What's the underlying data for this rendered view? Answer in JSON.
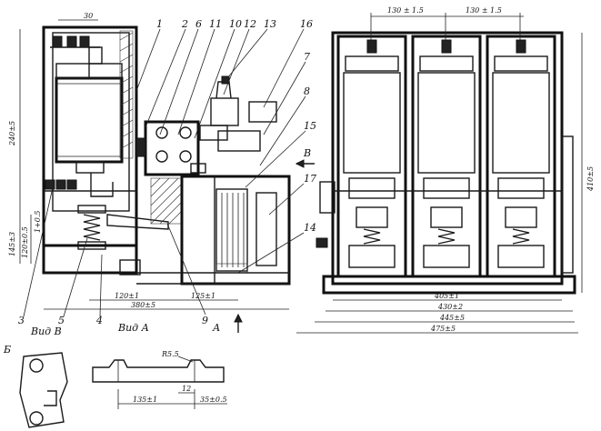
{
  "callouts": {
    "n1": "1",
    "n2": "2",
    "n6": "6",
    "n11": "11",
    "n10": "10",
    "n12": "12",
    "n13": "13",
    "n16": "16",
    "n7": "7",
    "n8": "8",
    "n15": "15",
    "n17": "17",
    "n14": "14",
    "n3": "3",
    "n5": "5",
    "n4": "4",
    "n9": "9"
  },
  "views": {
    "view_v": "Вид В",
    "view_a": "Вид А",
    "section_b": "Б",
    "arrow_b": "В",
    "arrow_a": "А"
  },
  "dims_side": {
    "top": "30",
    "height": "240±5",
    "d145": "145±3",
    "d120": "120±0.5",
    "d1": "1+0.5",
    "w120": "120±1",
    "w125": "125±1",
    "w380": "380±5"
  },
  "dims_front": {
    "pitch_left": "130 ± 1.5",
    "pitch_right": "130 ± 1.5",
    "height": "410±5",
    "w405": "405±1",
    "w430": "430±2",
    "w445": "445±5",
    "w475": "475±5"
  },
  "dims_detail": {
    "radius": "R5.5",
    "d12": "12",
    "d135": "135±1",
    "d35": "35±0.5"
  }
}
